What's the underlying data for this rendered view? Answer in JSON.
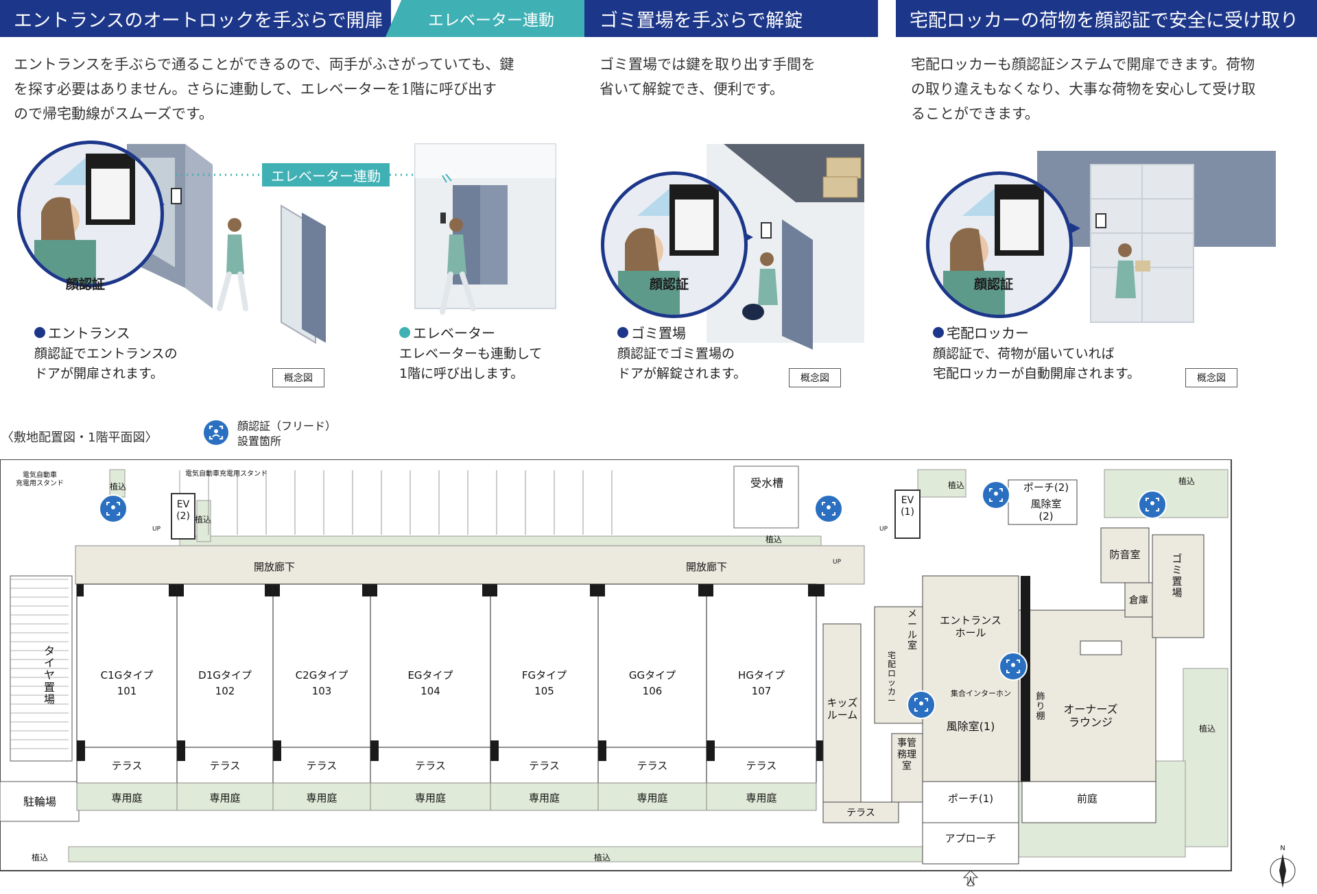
{
  "headers": {
    "entrance": "エントランスのオートロックを手ぶらで開扉",
    "elevator_tag": "エレベーター連動",
    "garbage": "ゴミ置場を手ぶらで解錠",
    "locker": "宅配ロッカーの荷物を顔認証で安全に受け取り"
  },
  "descriptions": {
    "entrance": [
      "エントランスを手ぶらで通ることができるので、両手がふさがっていても、鍵",
      "を探す必要はありません。さらに連動して、エレベーターを1階に呼び出す",
      "ので帰宅動線がスムーズです。"
    ],
    "garbage": [
      "ゴミ置場では鍵を取り出す手間を",
      "省いて解錠でき、便利です。"
    ],
    "locker": [
      "宅配ロッカーも顔認証システムで開扉できます。荷物",
      "の取り違えもなくなり、大事な荷物を安心して受け取",
      "ることができます。"
    ]
  },
  "illustrations": {
    "face_auth_label": "顔認証",
    "elevator_link_label": "エレベーター連動",
    "concept_label": "概念図"
  },
  "captions": {
    "entrance": {
      "title": "エントランス",
      "lines": [
        "顔認証でエントランスの",
        "ドアが開扉されます。"
      ]
    },
    "elevator": {
      "title": "エレベーター",
      "lines": [
        "エレベーターも連動して",
        "1階に呼び出します。"
      ]
    },
    "garbage": {
      "title": "ゴミ置場",
      "lines": [
        "顔認証でゴミ置場の",
        "ドアが解錠されます。"
      ]
    },
    "locker": {
      "title": "宅配ロッカー",
      "lines": [
        "顔認証で、荷物が届いていれば",
        "宅配ロッカーが自動開扉されます。"
      ]
    }
  },
  "colors": {
    "navy": "#1c3689",
    "teal": "#3fb0b4",
    "floor_beige": "#ece9df",
    "planting_green": "#e0ead8",
    "wall_black": "#1a1a1a",
    "icon_blue": "#2a6fc0"
  },
  "plan": {
    "title": "〈敷地配置図・1階平面図〉",
    "legend": [
      "顔認証（フリード）",
      "設置箇所"
    ],
    "units": [
      {
        "type": "C1Gタイプ",
        "no": "101"
      },
      {
        "type": "D1Gタイプ",
        "no": "102"
      },
      {
        "type": "C2Gタイプ",
        "no": "103"
      },
      {
        "type": "EGタイプ",
        "no": "104"
      },
      {
        "type": "FGタイプ",
        "no": "105"
      },
      {
        "type": "GGタイプ",
        "no": "106"
      },
      {
        "type": "HGタイプ",
        "no": "107"
      }
    ],
    "terrace": "テラス",
    "garden": "専用庭",
    "labels": {
      "corridor": "開放廊下",
      "planting": "植込",
      "ev1": "EV\n(1)",
      "ev2": "EV\n(2)",
      "ev_charge_a": "電気自動車\n充電用スタンド",
      "ev_charge_b": "電気自動車充電用スタンド",
      "water_tank": "受水槽",
      "tire": "タイヤ置場",
      "bicycle": "駐輪場",
      "kids": "キッズ\nルーム",
      "mail": "メール室",
      "delivery": "宅配ロッカー",
      "office": "事管\n務理\n室",
      "entrance_hall": "エントランス\nホール",
      "intercom": "集合インターホン",
      "windbreak1": "風除室(1)",
      "windbreak2": "風除室\n(2)",
      "porch1": "ポーチ(1)",
      "porch2": "ポーチ(2)",
      "shelf": "飾り棚",
      "owners_lounge": "オーナーズ\nラウンジ",
      "soundproof": "防音室",
      "storage": "倉庫",
      "garbage": "ゴミ置場",
      "front_garden": "前庭",
      "approach": "アプローチ",
      "terrace_small": "テラス",
      "up": "UP",
      "north": "N",
      "person": "人"
    }
  }
}
